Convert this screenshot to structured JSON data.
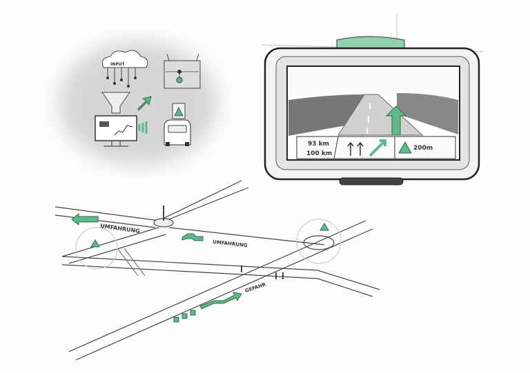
{
  "concept": {
    "cloud_label": "INPUT"
  },
  "navigation_device": {
    "distance_now": "93 km",
    "speed_limit": "100 km",
    "warning_distance": "200m"
  },
  "map": {
    "detour_label_1": "UMFAHRUNG",
    "detour_label_2": "UMFAHRUNG",
    "danger_label": "GEFAHR"
  },
  "colors": {
    "accent": "#5fb98a",
    "accent_dark": "#2f6b4a",
    "line": "#333333",
    "shadow": "#d9d9d9"
  }
}
